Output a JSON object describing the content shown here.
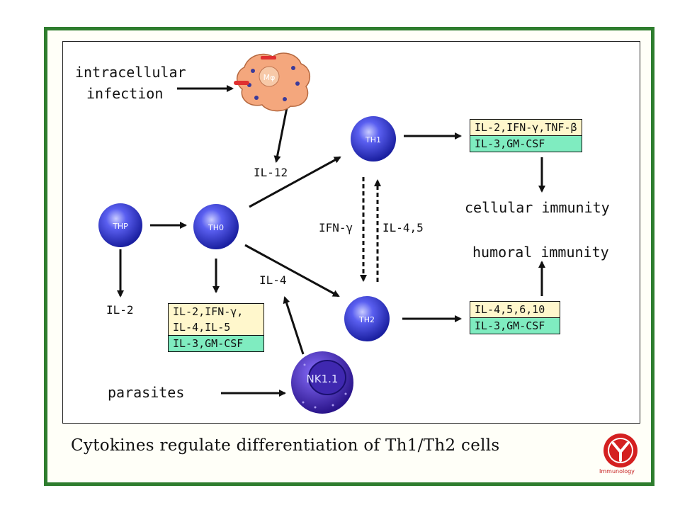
{
  "labels": {
    "intracellular": "intracellular",
    "infection": "infection",
    "il12": "IL-12",
    "il2": "IL-2",
    "il4": "IL-4",
    "ifn_gamma": "IFN-γ",
    "il4_5": "IL-4,5",
    "parasites": "parasites",
    "cellular_immunity": "cellular immunity",
    "humoral_immunity": "humoral immunity"
  },
  "cells": {
    "macrophage": "Mφ",
    "thp": "THP",
    "th0": "TH0",
    "th1": "TH1",
    "th2": "TH2",
    "nk": "NK1.1"
  },
  "boxes": {
    "th1": {
      "top": "IL-2,IFN-γ,TNF-β",
      "bottom": "IL-3,GM-CSF"
    },
    "th0": {
      "top1": "IL-2,IFN-γ,",
      "top2": "IL-4,IL-5",
      "bottom": "IL-3,GM-CSF"
    },
    "th2": {
      "top": "IL-4,5,6,10",
      "bottom": "IL-3,GM-CSF"
    }
  },
  "caption": "Cytokines regulate differentiation of Th1/Th2 cells",
  "logo_text": "Immunology",
  "colors": {
    "frame": "#2e7d2e",
    "cell_blue": "#3a3fd6",
    "nk_purple": "#4a2fb8",
    "macrophage": "#f4a77d",
    "box_yellow": "#fff7cc",
    "box_green": "#7fecc0",
    "logo_red": "#d42020"
  }
}
